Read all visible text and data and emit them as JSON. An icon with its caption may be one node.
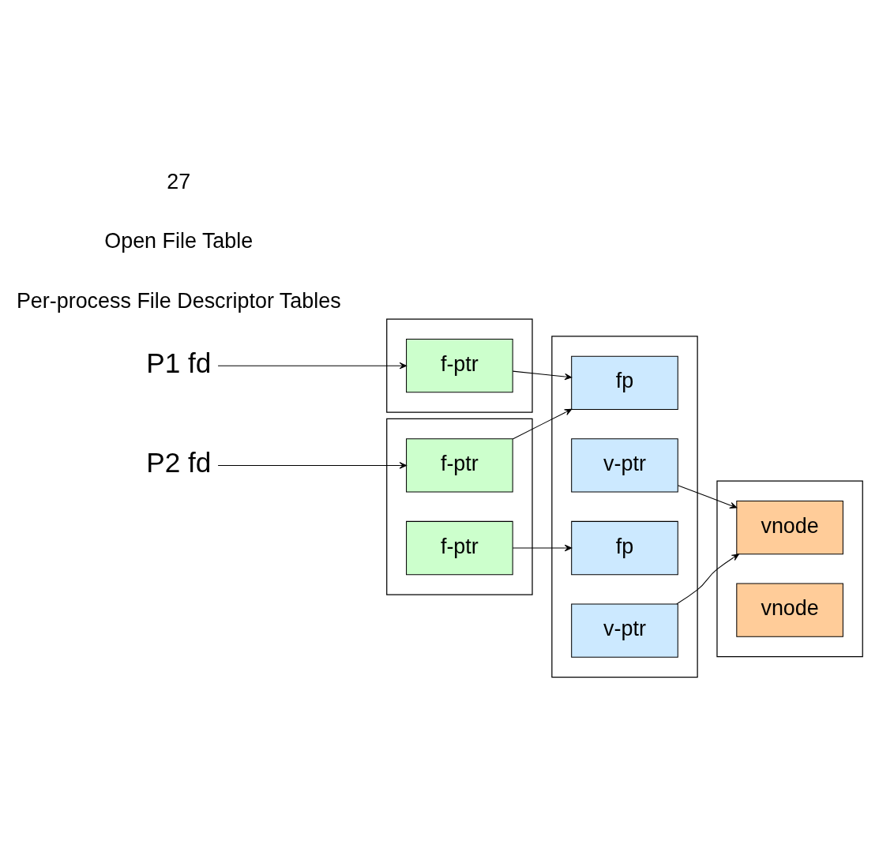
{
  "diagram": {
    "nodes": [
      {
        "text": [
          "P1 fd"
        ]
      },
      {
        "text": [],
        "shape": "box"
      },
      {
        "text": [
          "f-ptr"
        ],
        "in": 1
      },
      {
        "text": [
          "P2 fd"
        ]
      },
      {
        "text": [],
        "shape": "box"
      },
      {
        "text": [
          "f-ptr"
        ],
        "in": 4
      },
      {
        "text": [
          "f-ptr"
        ],
        "in": 4
      },
      {
        "text": [],
        "shape": "box"
      },
      {
        "text": [
          "fp"
        ],
        "in": 7
      },
      {
        "text": [
          "v-ptr"
        ],
        "in": 7
      },
      {
        "text": [
          "fp"
        ],
        "in": 7
      },
      {
        "text": [
          "v-ptr"
        ],
        "in": 7
      },
      {
        "text": [],
        "shape": "box"
      },
      {
        "text": [
          "vnode"
        ],
        "in": 12
      },
      {
        "text": [
          "vnode"
        ],
        "in": 12
      }
    ],
    "edges": [
      {
        "from": 0,
        "to": 2,
        "arrow": "to"
      },
      {
        "from": 2,
        "to": 8,
        "arrow": "to"
      },
      {
        "from": 5,
        "to": 10,
        "arrow": "to"
      },
      {
        "from": 3,
        "to": 6,
        "arrow": "to"
      },
      {
        "from": 6,
        "to": 8,
        "arrow": "to"
      },
      {
        "from": 9,
        "to": 13,
        "arrow": "to"
      },
      {
        "from": 11,
        "to": 13,
        "arrow": "to"
      }
    ],
    "labels": [
      "Per-process File Descriptor Tables",
      "Open File Table",
      "27"
    ]
  }
}
